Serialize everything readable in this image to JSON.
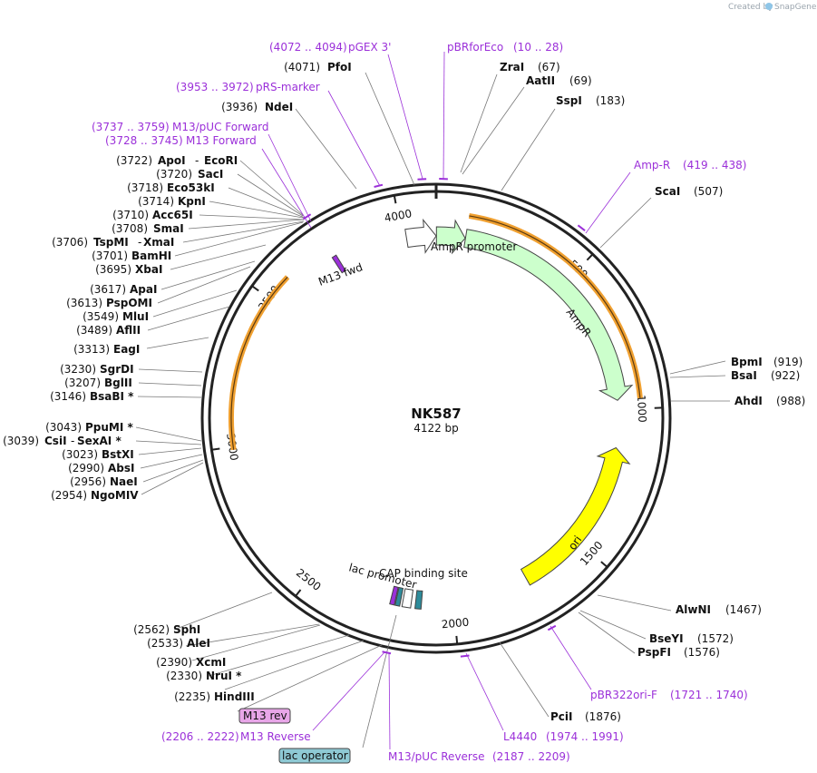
{
  "brand": {
    "created_by": "Created by",
    "app": "SnapGene"
  },
  "plasmid": {
    "name": "NK587",
    "size": "4122 bp",
    "length": 4122
  },
  "ticks": [
    "500",
    "1000",
    "1500",
    "2000",
    "2500",
    "3000",
    "3500",
    "4000"
  ],
  "features": [
    {
      "name": "AmpR promoter",
      "start": 4015,
      "end": 4122,
      "color": "#ffffff",
      "dir": 1
    },
    {
      "name": "AmpR promoter",
      "start": 1,
      "end": 105,
      "color": "#ccffcc",
      "dir": 1
    },
    {
      "name": "AmpR",
      "start": 106,
      "end": 966,
      "color": "#ccffcc",
      "dir": 1
    },
    {
      "name": "ori",
      "start": 1137,
      "end": 1725,
      "color": "#ffff00",
      "dir": -1
    },
    {
      "name": "CAP binding site",
      "start": 2113,
      "end": 2134,
      "color": "#2e8b9a"
    },
    {
      "name": "lac promoter",
      "start": 2149,
      "end": 2179,
      "color": "#ffffff"
    },
    {
      "name": "lac operator",
      "start": 2187,
      "end": 2203,
      "color": "#2e8b9a"
    },
    {
      "name": "M13 rev",
      "start": 2206,
      "end": 2222,
      "color": "#9b30d9"
    },
    {
      "name": "M13 fwd",
      "start": 3745,
      "end": 3761,
      "color": "#9b30d9"
    }
  ],
  "orfs": [
    {
      "start": 106,
      "end": 966
    },
    {
      "start": 2990,
      "end": 3590
    }
  ],
  "feature_labels": {
    "ampr_promoter": "AmpR promoter",
    "ampr": "AmpR",
    "ori": "ori",
    "cap": "CAP binding site",
    "lac_promoter": "lac promoter",
    "m13_fwd": "M13 fwd",
    "m13_rev": "M13 rev",
    "lac_operator": "lac operator"
  },
  "enzyme_labels": [
    {
      "pos": "(67)",
      "name": "ZraI"
    },
    {
      "pos": "(69)",
      "name": "AatII"
    },
    {
      "pos": "(183)",
      "name": "SspI"
    },
    {
      "pos": "(507)",
      "name": "ScaI"
    },
    {
      "pos": "(919)",
      "name": "BpmI"
    },
    {
      "pos": "(922)",
      "name": "BsaI"
    },
    {
      "pos": "(988)",
      "name": "AhdI"
    },
    {
      "pos": "(1467)",
      "name": "AlwNI"
    },
    {
      "pos": "(1572)",
      "name": "BseYI"
    },
    {
      "pos": "(1576)",
      "name": "PspFI"
    },
    {
      "pos": "(1876)",
      "name": "PciI"
    },
    {
      "pos": "(2235)",
      "name": "HindIII"
    },
    {
      "pos": "(2330)",
      "name": "NruI *"
    },
    {
      "pos": "(2390)",
      "name": "XcmI"
    },
    {
      "pos": "(2533)",
      "name": "AleI"
    },
    {
      "pos": "(2562)",
      "name": "SphI"
    },
    {
      "pos": "(2954)",
      "name": "NgoMIV"
    },
    {
      "pos": "(2956)",
      "name": "NaeI"
    },
    {
      "pos": "(2990)",
      "name": "AbsI"
    },
    {
      "pos": "(3023)",
      "name": "BstXI"
    },
    {
      "pos": "(3039)",
      "name": "CsiI",
      "name2": "SexAI *"
    },
    {
      "pos": "(3043)",
      "name": "PpuMI *"
    },
    {
      "pos": "(3146)",
      "name": "BsaBI *"
    },
    {
      "pos": "(3207)",
      "name": "BglII"
    },
    {
      "pos": "(3230)",
      "name": "SgrDI"
    },
    {
      "pos": "(3313)",
      "name": "EagI"
    },
    {
      "pos": "(3489)",
      "name": "AflII"
    },
    {
      "pos": "(3549)",
      "name": "MluI"
    },
    {
      "pos": "(3613)",
      "name": "PspOMI"
    },
    {
      "pos": "(3617)",
      "name": "ApaI"
    },
    {
      "pos": "(3695)",
      "name": "XbaI"
    },
    {
      "pos": "(3701)",
      "name": "BamHI"
    },
    {
      "pos": "(3706)",
      "name": "TspMI",
      "name2": "XmaI"
    },
    {
      "pos": "(3708)",
      "name": "SmaI"
    },
    {
      "pos": "(3710)",
      "name": "Acc65I"
    },
    {
      "pos": "(3714)",
      "name": "KpnI"
    },
    {
      "pos": "(3718)",
      "name": "Eco53kI"
    },
    {
      "pos": "(3720)",
      "name": "SacI"
    },
    {
      "pos": "(3722)",
      "name": "ApoI",
      "name2": "EcoRI"
    },
    {
      "pos": "(3936)",
      "name": "NdeI"
    },
    {
      "pos": "(4071)",
      "name": "PfoI"
    }
  ],
  "primer_labels": [
    {
      "name": "pBRforEco",
      "range": "(10 .. 28)"
    },
    {
      "name": "pGEX 3'",
      "range": "(4072 .. 4094)"
    },
    {
      "name": "pRS-marker",
      "range": "(3953 .. 3972)"
    },
    {
      "name": "M13/pUC Forward",
      "range": "(3737 .. 3759)"
    },
    {
      "name": "M13 Forward",
      "range": "(3728 .. 3745)"
    },
    {
      "name": "Amp-R",
      "range": "(419 .. 438)"
    },
    {
      "name": "pBR322ori-F",
      "range": "(1721 .. 1740)"
    },
    {
      "name": "L4440",
      "range": "(1974 .. 1991)"
    },
    {
      "name": "M13/pUC Reverse",
      "range": "(2187 .. 2209)"
    },
    {
      "name": "M13 Reverse",
      "range": "(2206 .. 2222)"
    }
  ],
  "colors": {
    "primer": "#9b30d9",
    "backbone": "#222222",
    "orf": "#f0a030"
  }
}
